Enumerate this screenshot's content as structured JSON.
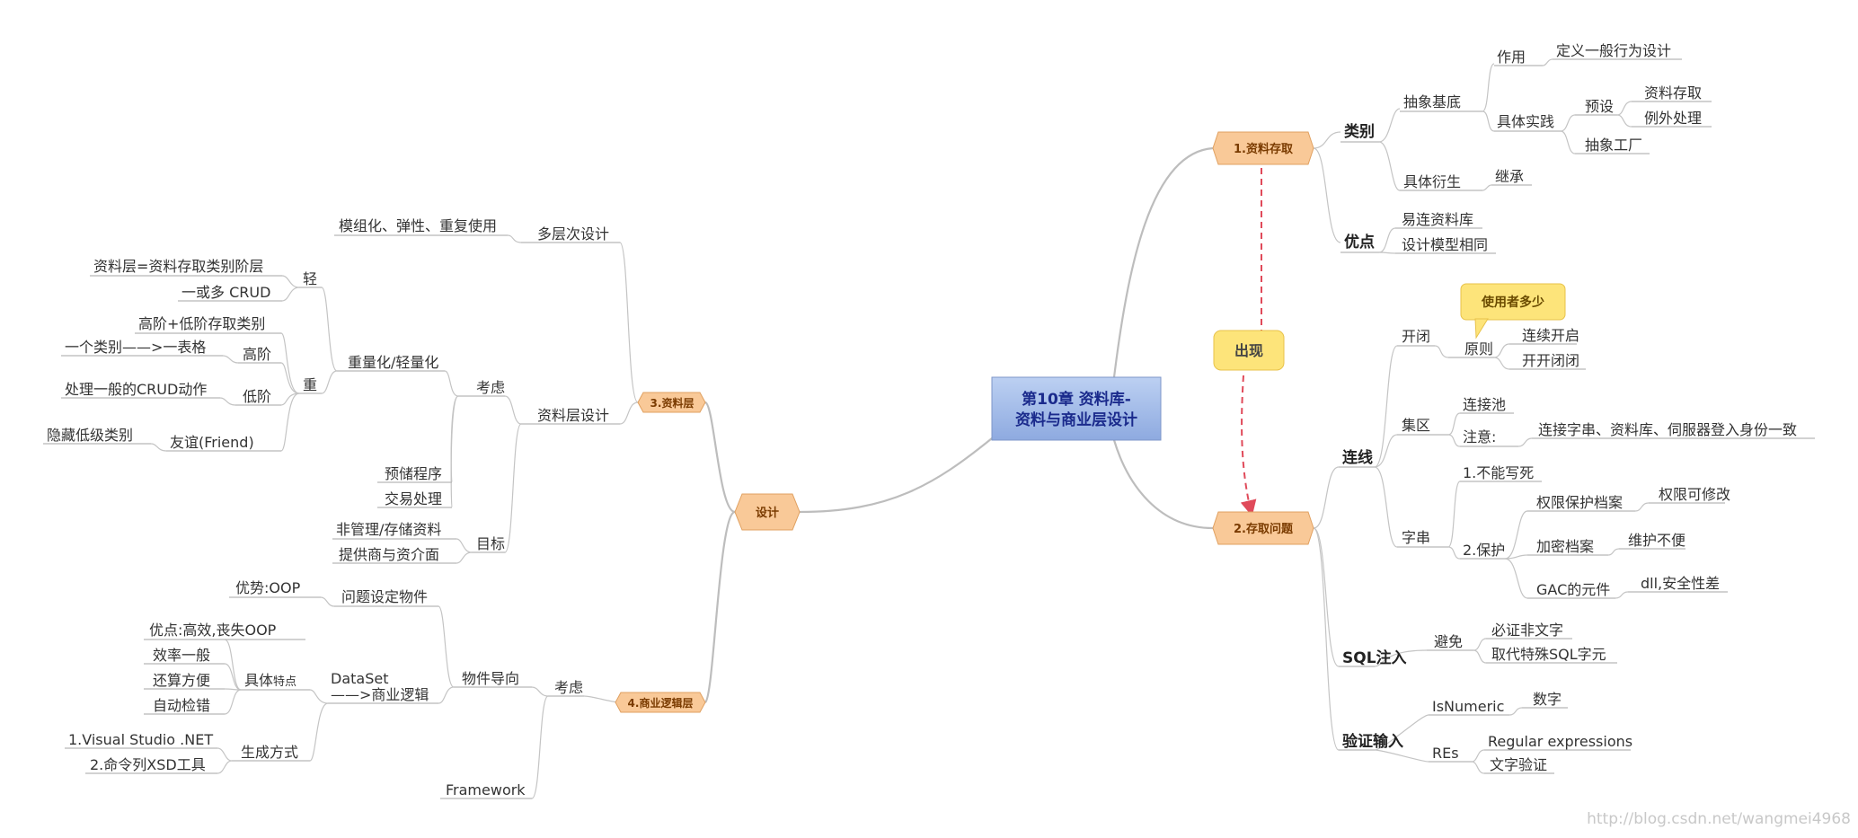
{
  "central": {
    "line1": "第10章 资料库-",
    "line2": "资料与商业层设计"
  },
  "colors": {
    "central_fill": "#9db6e4",
    "central_text": "#1a2a8c",
    "hex_fill": "#f9c998",
    "hex_stroke": "#e0a060",
    "callout_fill": "#fde47a",
    "arrow": "#e04a5a",
    "line": "#bdbdbd",
    "watermark": "#c8c8c8"
  },
  "right": {
    "access": {
      "label": "1.资料存取",
      "category": {
        "label": "类别",
        "abstract": {
          "label": "抽象基底",
          "purpose": {
            "label": "作用",
            "child": "定义一般行为设计"
          },
          "practice": {
            "label": "具体实践",
            "preset": {
              "label": "预设",
              "items": [
                "资料存取",
                "例外处理"
              ]
            },
            "factory": "抽象工厂"
          }
        },
        "derive": {
          "label": "具体衍生",
          "child": "继承"
        }
      },
      "advantage": {
        "label": "优点",
        "items": [
          "易连资料库",
          "设计模型相同"
        ]
      }
    },
    "appear": "出现",
    "issue": {
      "label": "2.存取问题",
      "connect": {
        "label": "连线",
        "openclose": {
          "label": "开闭",
          "callout": "使用者多少",
          "principle": {
            "label": "原则",
            "items": [
              "连续开启",
              "开开闭闭"
            ]
          }
        },
        "pool": {
          "label": "集区",
          "child": "连接池",
          "note": {
            "label": "注意:",
            "child": "连接字串、资料库、伺服器登入身份一致"
          }
        },
        "string": {
          "label": "字串",
          "nohard": "1.不能写死",
          "protect": {
            "label": "2.保护",
            "perm": {
              "label": "权限保护档案",
              "child": "权限可修改"
            },
            "enc": {
              "label": "加密档案",
              "child": "维护不便"
            },
            "gac": {
              "label": "GAC的元件",
              "child": "dll,安全性差"
            }
          }
        }
      },
      "sql": {
        "label": "SQL注入",
        "avoid": {
          "label": "避免",
          "items": [
            "必证非文字",
            "取代特殊SQL字元"
          ]
        }
      },
      "verify": {
        "label": "验证输入",
        "isnum": {
          "label": "IsNumeric",
          "child": "数字"
        },
        "res": {
          "label": "REs",
          "items": [
            "Regular expressions",
            "文字验证"
          ]
        }
      }
    }
  },
  "left": {
    "design": "设计",
    "data_layer": {
      "label": "3.资料层",
      "multi": {
        "label": "多层次设计",
        "child": "模组化、弹性、重复使用"
      },
      "dl_design": {
        "label": "资料层设计",
        "consider": {
          "label": "考虑",
          "weight": {
            "label": "重量化/轻量化",
            "light": {
              "label": "轻",
              "items": [
                "资料层=资料存取类别阶层",
                "一或多 CRUD"
              ]
            },
            "heavy": {
              "label": "重",
              "first": "高阶+低阶存取类别",
              "high": {
                "label": "高阶",
                "child": "一个类别——>一表格"
              },
              "low": {
                "label": "低阶",
                "child": "处理一般的CRUD动作"
              },
              "friend": {
                "label": "友谊(Friend)",
                "child": "隐藏低级类别"
              }
            }
          },
          "proc": "预储程序",
          "trans": "交易处理"
        },
        "goal": {
          "label": "目标",
          "items": [
            "非管理/存储资料",
            "提供商与资介面"
          ]
        }
      }
    },
    "biz_layer": {
      "label": "4.商业逻辑层",
      "consider": {
        "label": "考虑",
        "oo": {
          "label": "物件导向",
          "problem": {
            "label": "问题设定物件",
            "child": "优势:OOP"
          },
          "dataset": {
            "line1": "DataSet",
            "line2": "——>商业逻辑",
            "traits": {
              "label": "具体",
              "label_small": "特点",
              "items": [
                "优点:高效,丧失OOP",
                "效率一般",
                "还算方便",
                "自动检错"
              ]
            },
            "gen": {
              "label": "生成方式",
              "items": [
                "1.Visual Studio .NET",
                "2.命令列XSD工具"
              ]
            }
          }
        },
        "framework": "Framework"
      }
    }
  },
  "watermark": "http://blog.csdn.net/wangmei4968"
}
